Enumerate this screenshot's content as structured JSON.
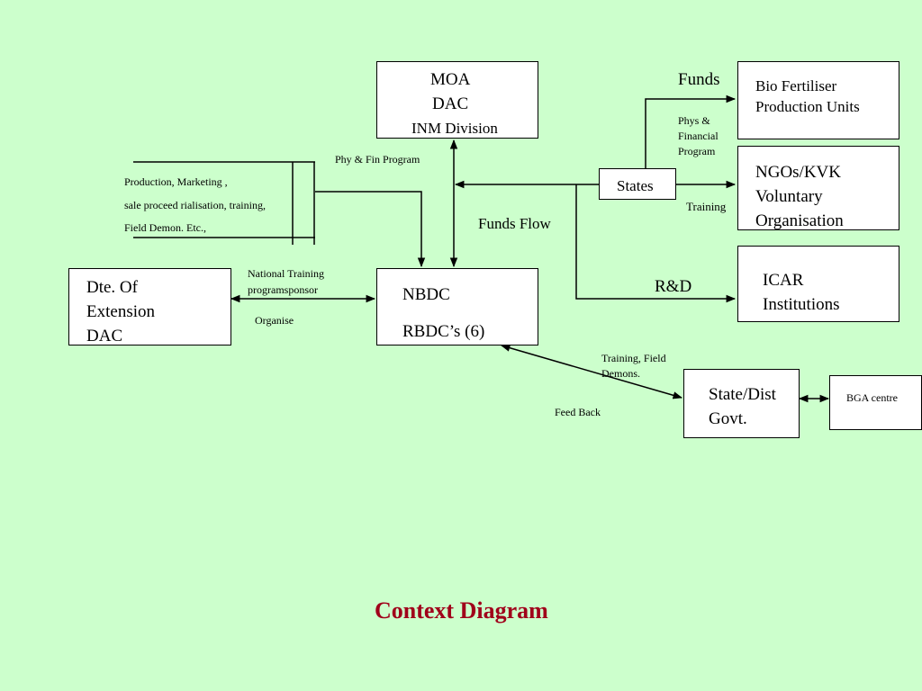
{
  "nodes": {
    "moa": {
      "line1": "MOA",
      "line2": "DAC",
      "line3": "INM Division"
    },
    "bio": {
      "line1": "Bio Fertiliser",
      "line2": "Production Units"
    },
    "states": {
      "label": "States"
    },
    "ngo": {
      "line1": "NGOs/KVK",
      "line2": "Voluntary",
      "line3": "Organisation"
    },
    "icar": {
      "line1": "ICAR",
      "line2": "Institutions"
    },
    "dte": {
      "line1": "Dte. Of",
      "line2": "Extension",
      "line3": "DAC"
    },
    "nbdc": {
      "line1": "NBDC",
      "line2": "RBDC’s (6)"
    },
    "stategovt": {
      "line1": "State/Dist",
      "line2": "Govt."
    },
    "bga": {
      "label": "BGA centre"
    }
  },
  "datastore": {
    "line1": "Production, Marketing ,",
    "line2": "sale proceed rialisation, training,",
    "line3": "Field Demon. Etc.,"
  },
  "labels": {
    "funds": "Funds",
    "phys_fin_1": "Phys &",
    "phys_fin_2": "Financial",
    "phys_fin_3": "Program",
    "phy_fin_program": "Phy & Fin Program",
    "training": "Training",
    "funds_flow": "Funds Flow",
    "rd": "R&D",
    "national_training_1": "National Training",
    "national_training_2": "programsponsor",
    "organise": "Organise",
    "training_field_1": "Training, Field",
    "training_field_2": "Demons.",
    "feed_back": "Feed Back"
  },
  "title": "Context Diagram"
}
